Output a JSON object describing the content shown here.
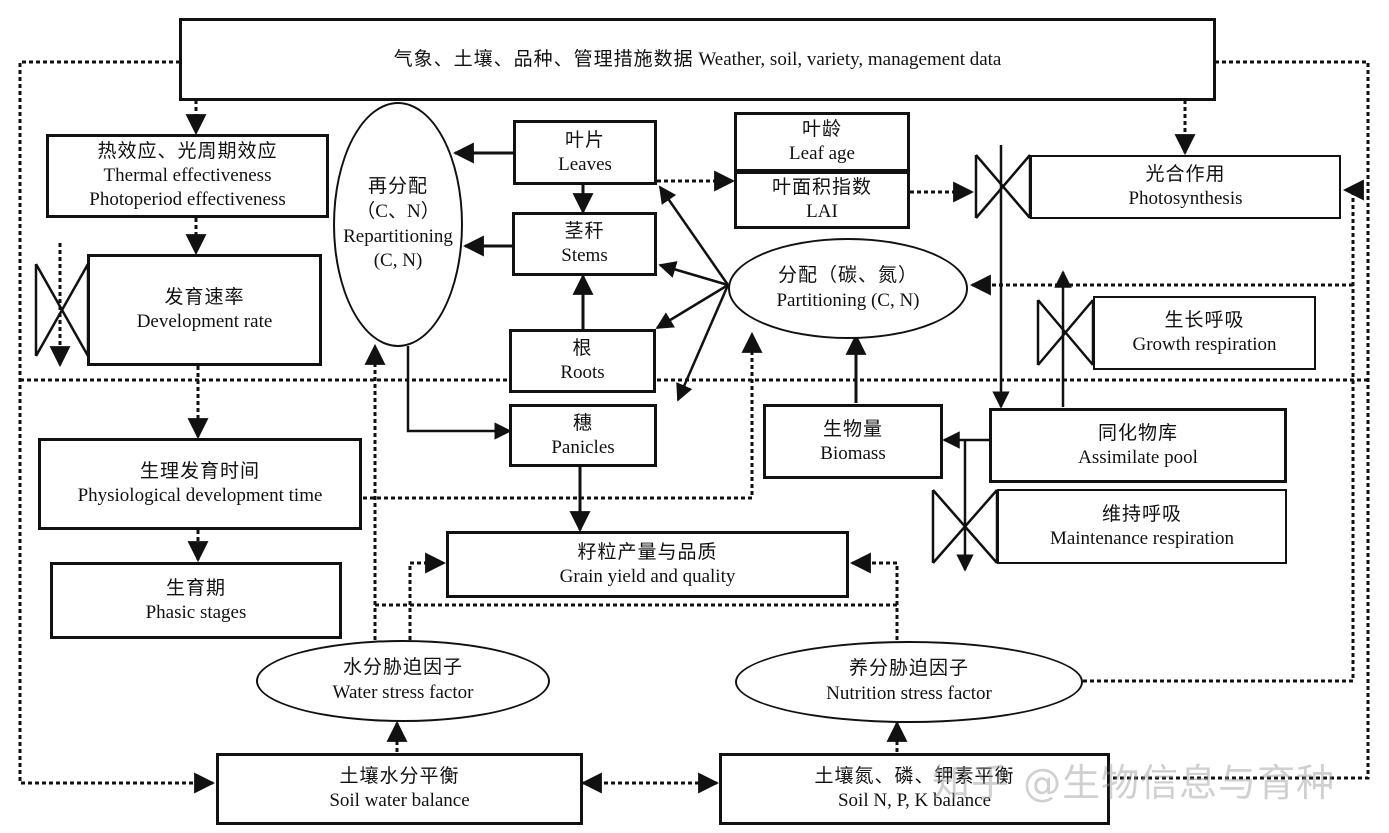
{
  "title": "Crop growth model framework",
  "nodes": {
    "input_data": {
      "zh": "气象、土壤、品种、管理措施数据",
      "en": "Weather, soil, variety, management data"
    },
    "thermal": {
      "zh": "热效应、光周期效应",
      "en1": "Thermal effectiveness",
      "en2": "Photoperiod effectiveness"
    },
    "dev_rate": {
      "zh": "发育速率",
      "en": "Development rate"
    },
    "phys_time": {
      "zh": "生理发育时间",
      "en": "Physiological development time"
    },
    "phasic": {
      "zh": "生育期",
      "en": "Phasic stages"
    },
    "repartition": {
      "zh": "再分配",
      "zh2": "（C、N）",
      "en": "Repartitioning",
      "en2": "(C, N)"
    },
    "leaves": {
      "zh": "叶片",
      "en": "Leaves"
    },
    "stems": {
      "zh": "茎秆",
      "en": "Stems"
    },
    "roots": {
      "zh": "根",
      "en": "Roots"
    },
    "panicles": {
      "zh": "穗",
      "en": "Panicles"
    },
    "leaf_age": {
      "zh": "叶龄",
      "en": "Leaf age"
    },
    "lai": {
      "zh": "叶面积指数",
      "en": "LAI"
    },
    "partition": {
      "zh": "分配（碳、氮）",
      "en": "Partitioning (C, N)"
    },
    "photosynthesis": {
      "zh": "光合作用",
      "en": "Photosynthesis"
    },
    "growth_resp": {
      "zh": "生长呼吸",
      "en": "Growth respiration"
    },
    "biomass": {
      "zh": "生物量",
      "en": "Biomass"
    },
    "assimilate": {
      "zh": "同化物库",
      "en": "Assimilate pool"
    },
    "maint_resp": {
      "zh": "维持呼吸",
      "en": "Maintenance respiration"
    },
    "grain": {
      "zh": "籽粒产量与品质",
      "en": "Grain yield and quality"
    },
    "water_stress": {
      "zh": "水分胁迫因子",
      "en": "Water stress factor"
    },
    "nutri_stress": {
      "zh": "养分胁迫因子",
      "en": "Nutrition stress factor"
    },
    "soil_water": {
      "zh": "土壤水分平衡",
      "en": "Soil water balance"
    },
    "soil_npk": {
      "zh": "土壤氮、磷、钾素平衡",
      "en": "Soil N, P, K balance"
    }
  },
  "watermark": "知乎 @生物信息与育种",
  "colors": {
    "line": "#111111",
    "background": "#ffffff",
    "watermark": "#969696"
  }
}
